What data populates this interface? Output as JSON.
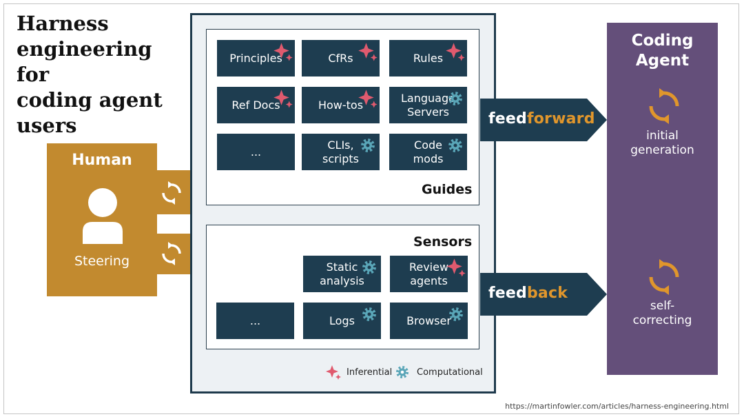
{
  "title": "Harness\nengineering for\ncoding agent\nusers",
  "guides": {
    "label": "Guides",
    "tiles": [
      {
        "label": "Principles",
        "icon": "sparkle-icon"
      },
      {
        "label": "CfRs",
        "icon": "sparkle-icon"
      },
      {
        "label": "Rules",
        "icon": "sparkle-icon"
      },
      {
        "label": "Ref Docs",
        "icon": "sparkle-icon"
      },
      {
        "label": "How-tos",
        "icon": "sparkle-icon"
      },
      {
        "label": "Language\nServers",
        "icon": "gear-icon"
      },
      {
        "label": "...",
        "icon": ""
      },
      {
        "label": "CLIs,\nscripts",
        "icon": "gear-icon"
      },
      {
        "label": "Code\nmods",
        "icon": "gear-icon"
      }
    ]
  },
  "sensors": {
    "label": "Sensors",
    "tiles": [
      {
        "label": "Static\nanalysis",
        "icon": "gear-icon"
      },
      {
        "label": "Review\nagents",
        "icon": "sparkle-icon"
      },
      {
        "label": "...",
        "icon": ""
      },
      {
        "label": "Logs",
        "icon": "gear-icon"
      },
      {
        "label": "Browser",
        "icon": "gear-icon"
      }
    ]
  },
  "feedforward": {
    "part1": "feed",
    "part2": "forward"
  },
  "feedback": {
    "part1": "feed",
    "part2": "back"
  },
  "human": {
    "title": "Human",
    "steering": "Steering"
  },
  "agent": {
    "title": "Coding\nAgent",
    "initial": "initial\ngeneration",
    "self": "self-\ncorrecting"
  },
  "legend": {
    "inferential": "Inferential",
    "computational": "Computational"
  },
  "source": "https://martinfowler.com/articles/harness-engineering.html",
  "colors": {
    "tile": "#1e3d50",
    "sparkle": "#e05a6e",
    "gear": "#5aa6b8",
    "human": "#c28a2f",
    "agent": "#644f7a",
    "accent": "#e0962c"
  }
}
